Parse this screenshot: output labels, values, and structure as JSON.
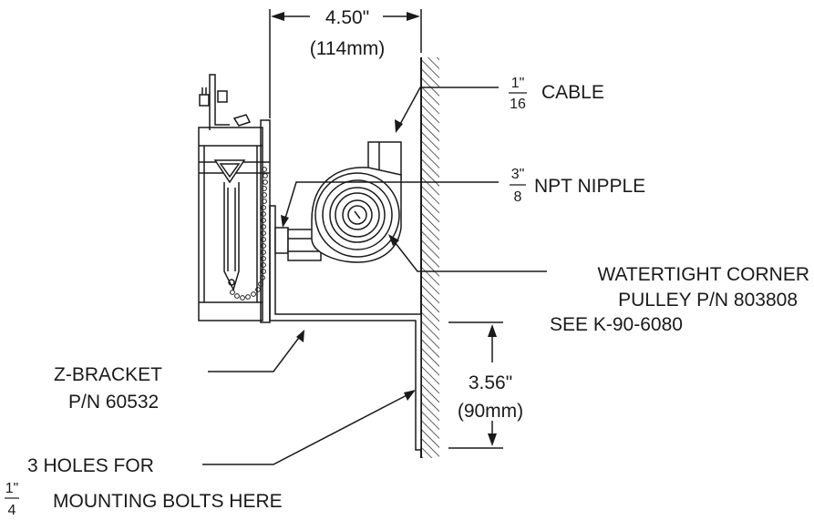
{
  "dims": {
    "width_in": "4.50\"",
    "width_mm": "(114mm)",
    "height_in": "3.56\"",
    "height_mm": "(90mm)"
  },
  "cable": {
    "num": "1\"",
    "den": "16",
    "label": "CABLE"
  },
  "nipple": {
    "num": "3\"",
    "den": "8",
    "label": "NPT NIPPLE"
  },
  "pulley": {
    "line1": "WATERTIGHT CORNER",
    "line2": "PULLEY P/N 803808",
    "line3": "SEE K-90-6080"
  },
  "bracket": {
    "line1": "Z-BRACKET",
    "line2": "P/N 60532"
  },
  "holes": {
    "line1": "3 HOLES FOR",
    "num": "1\"",
    "den": "4",
    "line2": "MOUNTING BOLTS HERE"
  },
  "colors": {
    "ink": "#1a1a1a",
    "background": "#ffffff"
  }
}
